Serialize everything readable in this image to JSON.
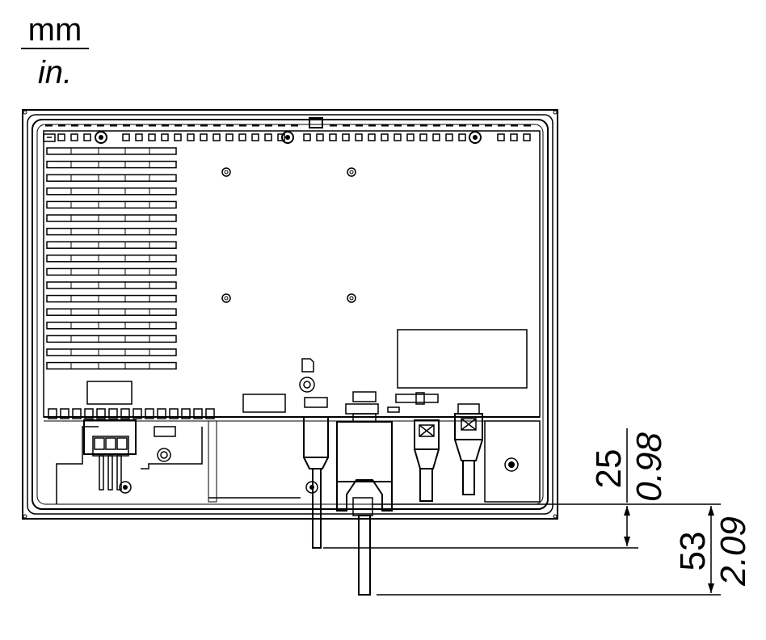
{
  "units": {
    "primary": "mm",
    "secondary": "in."
  },
  "dimensions": [
    {
      "metric": "25",
      "imperial": "0.98"
    },
    {
      "metric": "53",
      "imperial": "2.09"
    }
  ]
}
